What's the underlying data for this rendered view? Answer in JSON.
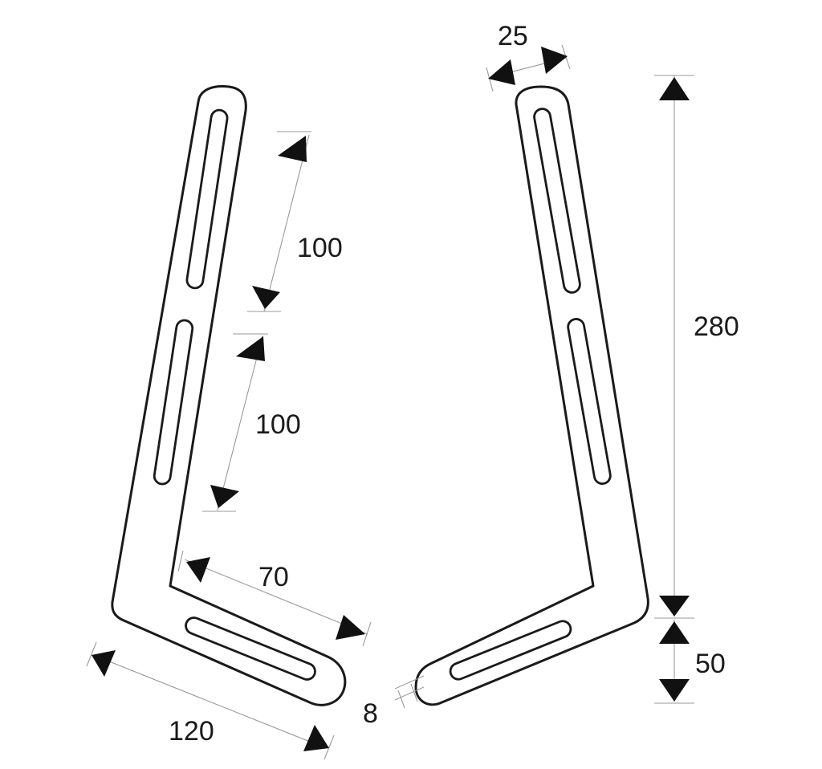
{
  "dimensions": {
    "slot_length_upper": "100",
    "slot_length_lower": "100",
    "foot_slot_offset": "70",
    "foot_length": "120",
    "slot_width": "8",
    "bracket_width": "25",
    "upright_height": "280",
    "foot_height": "50"
  },
  "colors": {
    "outline": "#1a1a1a",
    "dimension_line": "#9a9a9a",
    "arrowhead": "#111111",
    "background": "#ffffff"
  }
}
